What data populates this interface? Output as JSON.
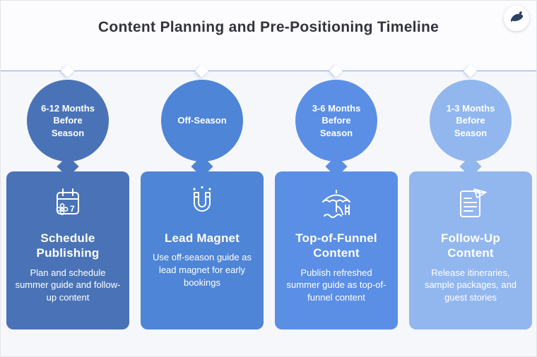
{
  "header": {
    "title": "Content Planning and Pre-Positioning Timeline"
  },
  "logo": {
    "icon": "bird-icon"
  },
  "colors": {
    "timeline_line": "#7da6e3",
    "background": "#f6f7fa",
    "header_band": "#fcfcfe"
  },
  "timeline": {
    "items": [
      {
        "circle_label": "6-12 Months Before Season",
        "icon": "calendar-flower-icon",
        "heading": "Schedule Publishing",
        "body": "Plan and schedule summer guide and follow-up content",
        "color": "#4a73b7"
      },
      {
        "circle_label": "Off-Season",
        "icon": "magnet-icon",
        "heading": "Lead Magnet",
        "body": "Use off-season guide as lead magnet for early bookings",
        "color": "#4e85d6"
      },
      {
        "circle_label": "3-6 Months Before Season",
        "icon": "beach-umbrella-slide-icon",
        "heading": "Top-of-Funnel Content",
        "body": "Publish refreshed summer guide as top-of-funnel content",
        "color": "#5b8fe6"
      },
      {
        "circle_label": "1-3 Months Before Season",
        "icon": "itinerary-plane-icon",
        "heading": "Follow-Up Content",
        "body": "Release itineraries, sample packages, and guest stories",
        "color": "#92b7ef"
      }
    ]
  }
}
